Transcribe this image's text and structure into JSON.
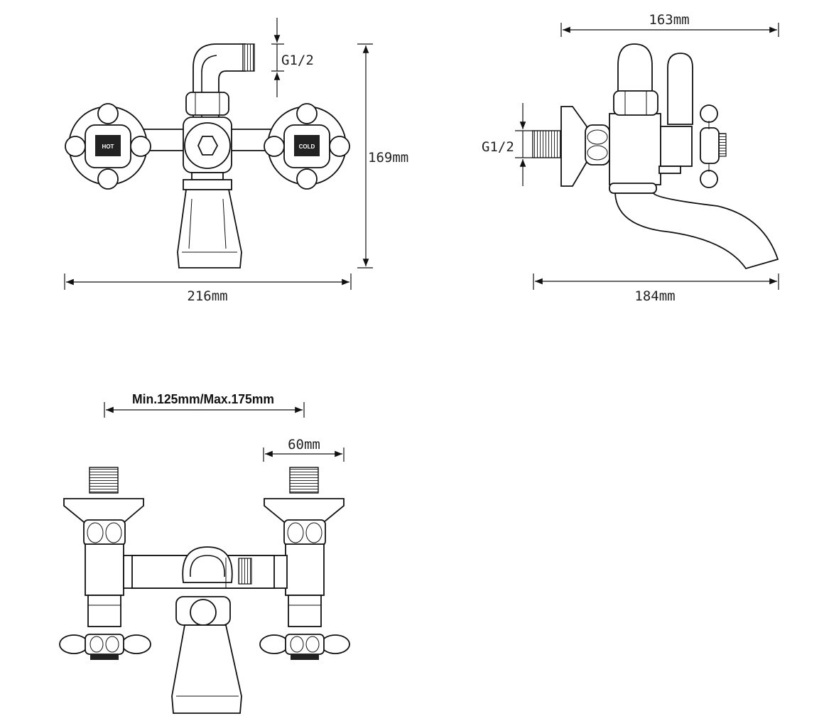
{
  "dimensions": {
    "front_width": "216mm",
    "front_height": "169mm",
    "front_thread": "G1/2",
    "side_depth": "163mm",
    "side_spout": "184mm",
    "side_thread": "G1/2",
    "bottom_range": "Min.125mm/Max.175mm",
    "bottom_inlet": "60mm"
  },
  "handle_labels": {
    "hot": "HOT",
    "cold": "COLD"
  }
}
